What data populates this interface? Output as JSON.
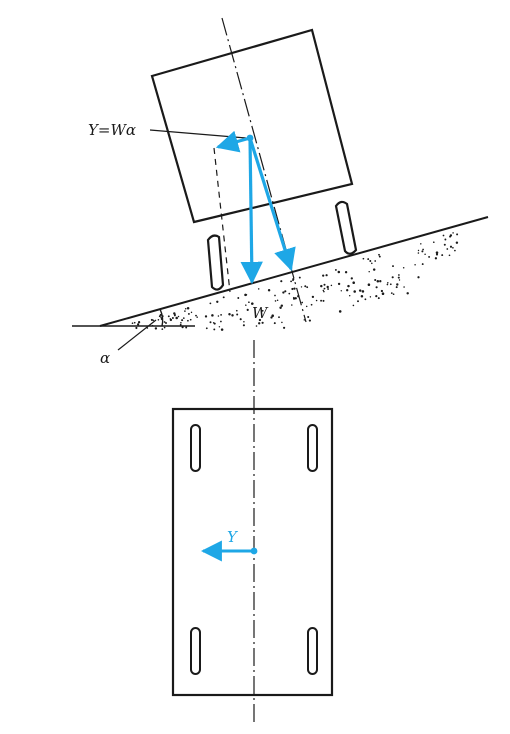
{
  "labels": {
    "lateral_force_eq": "Y=Wα",
    "weight": "W",
    "slope_angle": "α",
    "lateral_force": "Y"
  },
  "colors": {
    "force": "#1ea7e6",
    "ink": "#1a1a1a"
  }
}
